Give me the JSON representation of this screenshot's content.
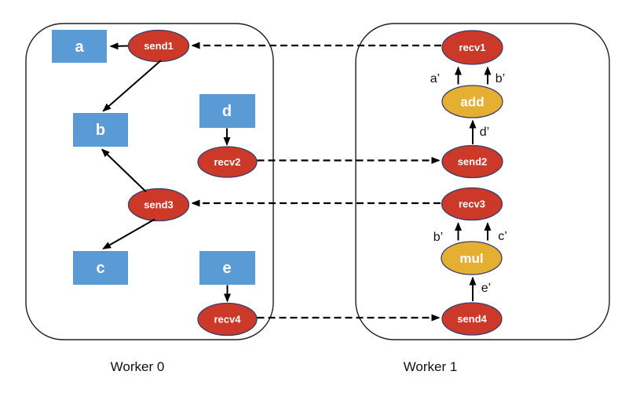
{
  "workers": [
    {
      "name": "Worker 0"
    },
    {
      "name": "Worker 1"
    }
  ],
  "nodes": {
    "a": "a",
    "b": "b",
    "c": "c",
    "d": "d",
    "e": "e",
    "send1": "send1",
    "recv2": "recv2",
    "send3": "send3",
    "recv4": "recv4",
    "recv1": "recv1",
    "add": "add",
    "send2": "send2",
    "recv3": "recv3",
    "mul": "mul",
    "send4": "send4"
  },
  "edge_labels": {
    "a_prime": "a’",
    "b_prime_top": "b’",
    "d_prime": "d’",
    "b_prime_mid": "b’",
    "c_prime": "c’",
    "e_prime": "e’"
  },
  "colors": {
    "background": "#FFFFFF",
    "data_box_blue": "#5B9BD5",
    "comm_op_red": "#CC3928",
    "compute_op_gold": "#E5AF32",
    "shape_outline": "#3C3C6E",
    "arrow_black": "#000000"
  }
}
